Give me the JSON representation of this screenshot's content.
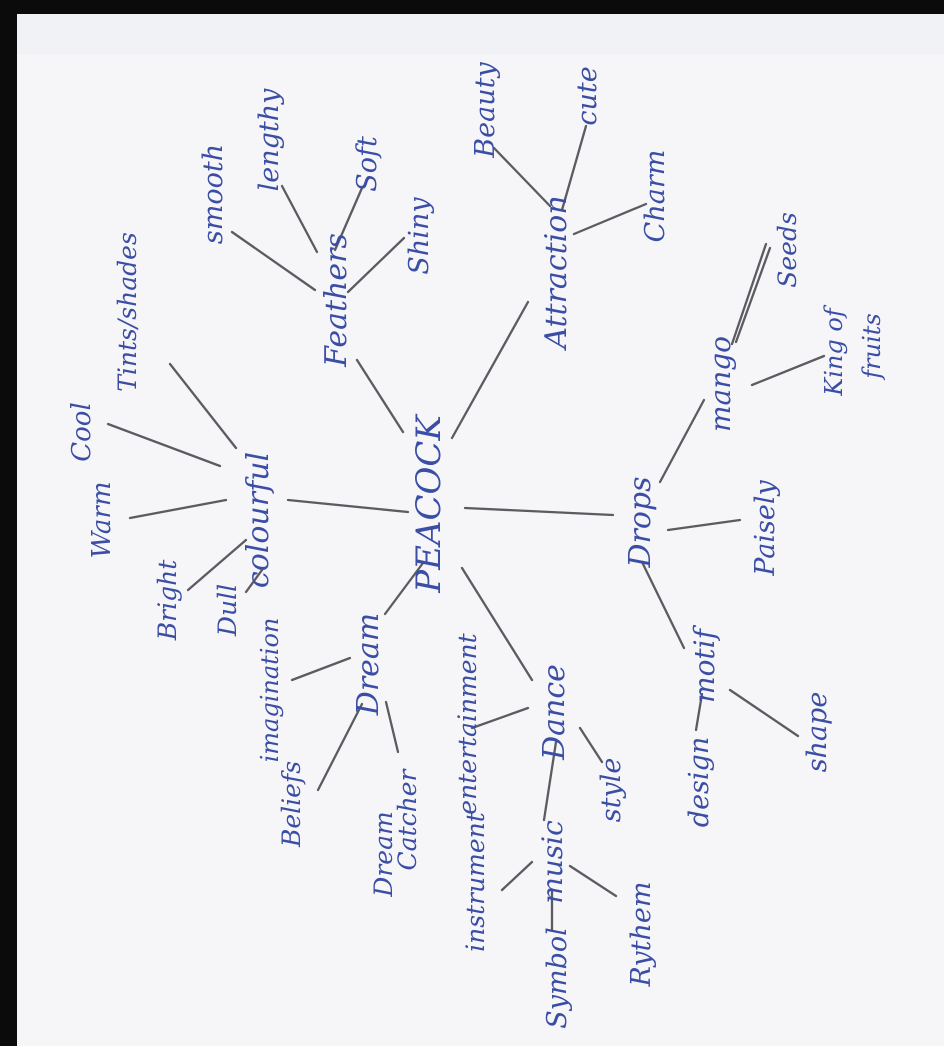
{
  "diagram": {
    "center": "PEACOCK",
    "branches": {
      "colourful": {
        "label": "colourful",
        "children": [
          "Cool",
          "Tints/shades",
          "Warm",
          "Bright",
          "Dull"
        ]
      },
      "feathers": {
        "label": "Feathers",
        "children": [
          "smooth",
          "lengthy",
          "Soft",
          "Shiny"
        ]
      },
      "attraction": {
        "label": "Attraction",
        "children": [
          "Beauty",
          "cute",
          "Charm"
        ]
      },
      "drops": {
        "label": "Drops",
        "children": [
          "Paisely"
        ],
        "mango": {
          "label": "mango",
          "children": [
            "Seeds",
            "King of",
            "fruits"
          ]
        },
        "motif": {
          "label": "motif",
          "children": [
            "shape",
            "design"
          ]
        }
      },
      "dance": {
        "label": "Dance",
        "children": [
          "entertainment",
          "style"
        ],
        "music": {
          "label": "music",
          "children": [
            "instrument",
            "Rythem",
            "Symbol"
          ]
        }
      },
      "dream": {
        "label": "Dream",
        "children": [
          "imagination",
          "Beliefs",
          "Dream",
          "Catcher"
        ]
      }
    }
  }
}
